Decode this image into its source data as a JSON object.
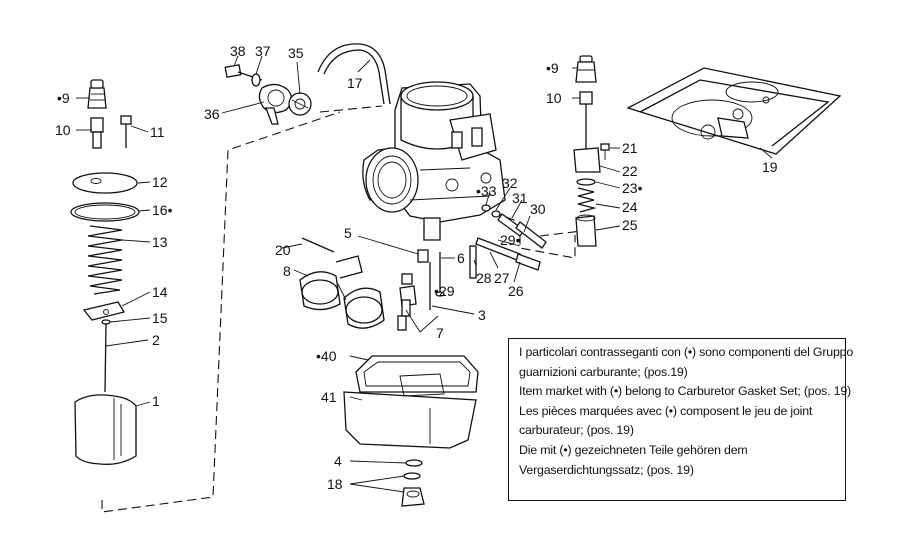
{
  "callouts": {
    "l1": "1",
    "l2": "2",
    "l3": "3",
    "l4": "4",
    "l5": "5",
    "l6": "6",
    "l7": "7",
    "l8": "8",
    "l9a": "•9",
    "l9b": "•9",
    "l10a": "10",
    "l10b": "10",
    "l11": "11",
    "l12": "12",
    "l13": "13",
    "l14": "14",
    "l15": "15",
    "l16": "16•",
    "l17": "17",
    "l18": "18",
    "l19": "19",
    "l20": "20",
    "l21": "21",
    "l22": "22",
    "l23": "23•",
    "l24": "24",
    "l25": "25",
    "l26": "26",
    "l27": "27",
    "l28": "28",
    "l29a": "29•",
    "l29b": "•29",
    "l30": "30",
    "l31": "31",
    "l32": "32",
    "l33": "•33",
    "l35": "35",
    "l36": "36",
    "l37": "37",
    "l38": "38",
    "l40": "•40",
    "l41": "41"
  },
  "notes": [
    "I particolari contrasseganti con (•) sono componenti del Gruppo",
    "guarnizioni carburante; (pos.19)",
    "Item market with (•) belong to Carburetor Gasket Set; (pos. 19)",
    "Les pièces marquées avec (•) composent le jeu de joint",
    "carburateur; (pos. 19)",
    "Die mit (•) gezeichneten Teile gehören dem",
    "Vergaserdichtungssatz; (pos. 19)"
  ]
}
